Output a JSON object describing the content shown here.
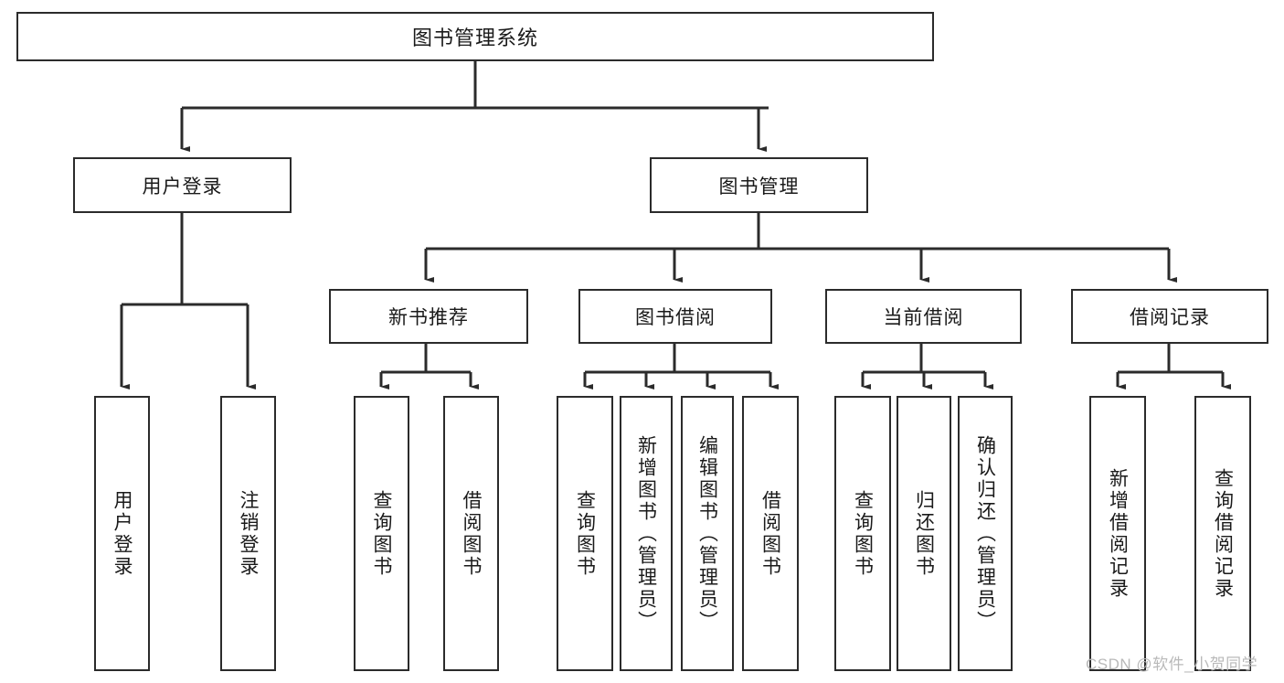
{
  "diagram": {
    "type": "tree-hierarchy",
    "title": "图书管理系统",
    "root": {
      "label": "图书管理系统"
    },
    "level2": [
      {
        "id": "user-login",
        "label": "用户登录"
      },
      {
        "id": "book-management",
        "label": "图书管理"
      }
    ],
    "level3": [
      {
        "id": "new-book-recommend",
        "label": "新书推荐",
        "parent": "book-management"
      },
      {
        "id": "book-borrow",
        "label": "图书借阅",
        "parent": "book-management"
      },
      {
        "id": "current-borrow",
        "label": "当前借阅",
        "parent": "book-management"
      },
      {
        "id": "borrow-record",
        "label": "借阅记录",
        "parent": "book-management"
      }
    ],
    "leaves": {
      "user-login": [
        {
          "id": "leaf-user-login",
          "label": "用户登录"
        },
        {
          "id": "leaf-logout-login",
          "label": "注销登录"
        }
      ],
      "new-book-recommend": [
        {
          "id": "leaf-query-book-1",
          "label": "查询图书"
        },
        {
          "id": "leaf-borrow-book-1",
          "label": "借阅图书"
        }
      ],
      "book-borrow": [
        {
          "id": "leaf-query-book-2",
          "label": "查询图书"
        },
        {
          "id": "leaf-add-book",
          "label": "新增图书（管理员）"
        },
        {
          "id": "leaf-edit-book",
          "label": "编辑图书（管理员）"
        },
        {
          "id": "leaf-borrow-book-2",
          "label": "借阅图书"
        }
      ],
      "current-borrow": [
        {
          "id": "leaf-query-book-3",
          "label": "查询图书"
        },
        {
          "id": "leaf-return-book",
          "label": "归还图书"
        },
        {
          "id": "leaf-confirm-return",
          "label": "确认归还（管理员）"
        }
      ],
      "borrow-record": [
        {
          "id": "leaf-add-record",
          "label": "新增借阅记录"
        },
        {
          "id": "leaf-query-record",
          "label": "查询借阅记录"
        }
      ]
    },
    "colors": {
      "box_border": "#2b2b2b",
      "box_fill": "#ffffff",
      "connector": "#2b2b2b",
      "text": "#1a1a1a",
      "watermark": "#b9b9b9"
    }
  },
  "watermark": {
    "text": "CSDN @软件_小贺同学"
  }
}
